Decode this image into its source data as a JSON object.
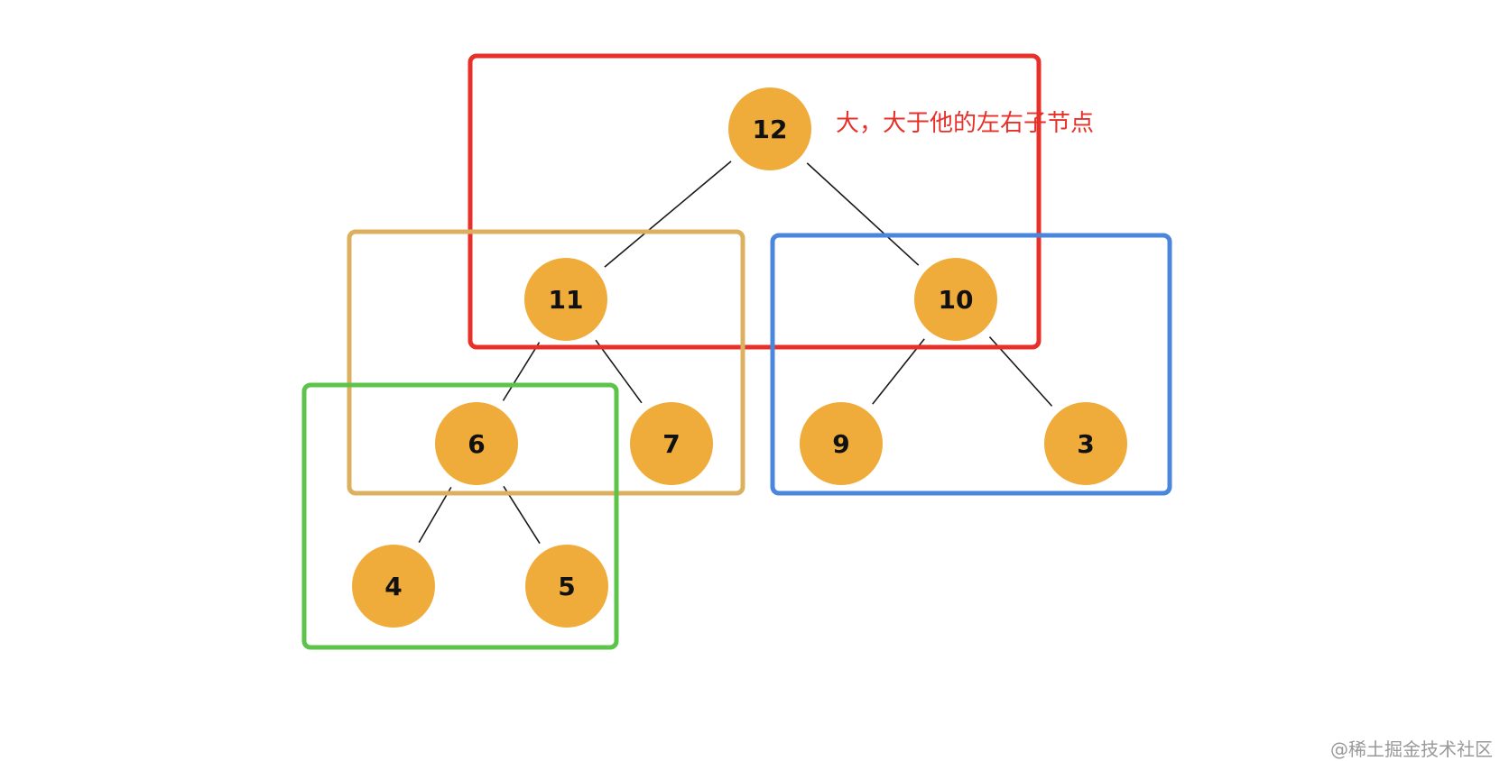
{
  "diagram": {
    "node_color": "#F0AC3A",
    "edge_color": "#1a1a1a",
    "nodes": [
      {
        "id": "n12",
        "label": "12"
      },
      {
        "id": "n11",
        "label": "11"
      },
      {
        "id": "n10",
        "label": "10"
      },
      {
        "id": "n6",
        "label": "6"
      },
      {
        "id": "n7",
        "label": "7"
      },
      {
        "id": "n9",
        "label": "9"
      },
      {
        "id": "n3",
        "label": "3"
      },
      {
        "id": "n4",
        "label": "4"
      },
      {
        "id": "n5",
        "label": "5"
      }
    ],
    "edges": [
      {
        "from": "n12",
        "to": "n11"
      },
      {
        "from": "n12",
        "to": "n10"
      },
      {
        "from": "n11",
        "to": "n6"
      },
      {
        "from": "n11",
        "to": "n7"
      },
      {
        "from": "n10",
        "to": "n9"
      },
      {
        "from": "n10",
        "to": "n3"
      },
      {
        "from": "n6",
        "to": "n4"
      },
      {
        "from": "n6",
        "to": "n5"
      }
    ],
    "groups": [
      {
        "id": "root-group",
        "color": "#E8302A"
      },
      {
        "id": "left-subtree-group",
        "color": "#DDB060"
      },
      {
        "id": "right-subtree-group",
        "color": "#4A86DB"
      },
      {
        "id": "bottom-subtree-group",
        "color": "#5CC44A"
      }
    ],
    "annotation": {
      "text": "大，大于他的左右子节点",
      "color": "#E8302A"
    }
  },
  "watermark": {
    "text": "@稀土掘金技术社区",
    "color": "#999999"
  }
}
